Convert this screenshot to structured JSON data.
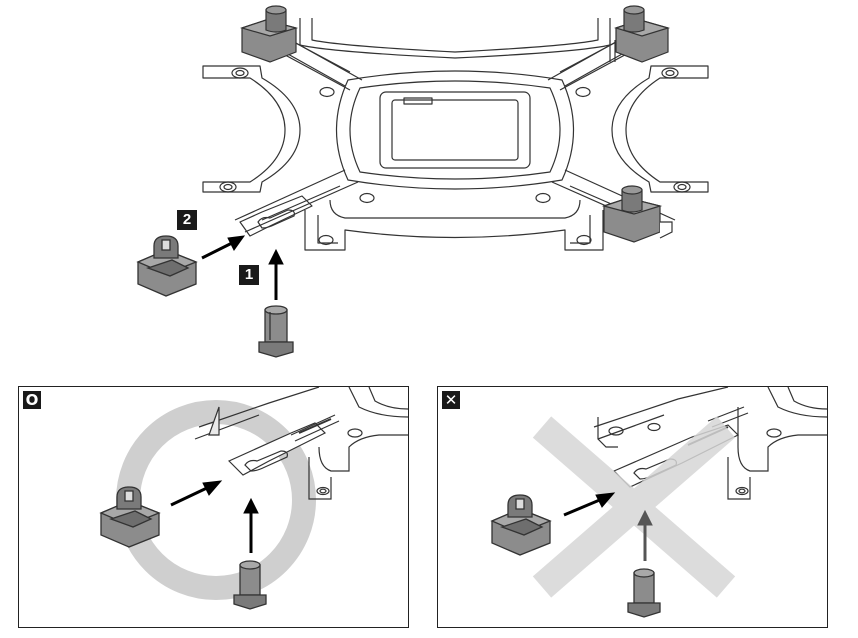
{
  "steps": {
    "step1": "1",
    "step2": "2"
  },
  "panels": {
    "correct": {
      "symbol": "O",
      "badge_icon": "circle-ok-icon",
      "color": "#cfcfcf"
    },
    "wrong": {
      "symbol": "✕",
      "badge_icon": "cross-wrong-icon",
      "color": "#d6d6d6"
    }
  },
  "colors": {
    "line": "#333333",
    "part_fill": "#8c8c8c",
    "part_dark": "#6e6e6e",
    "arrow": "#000000"
  }
}
